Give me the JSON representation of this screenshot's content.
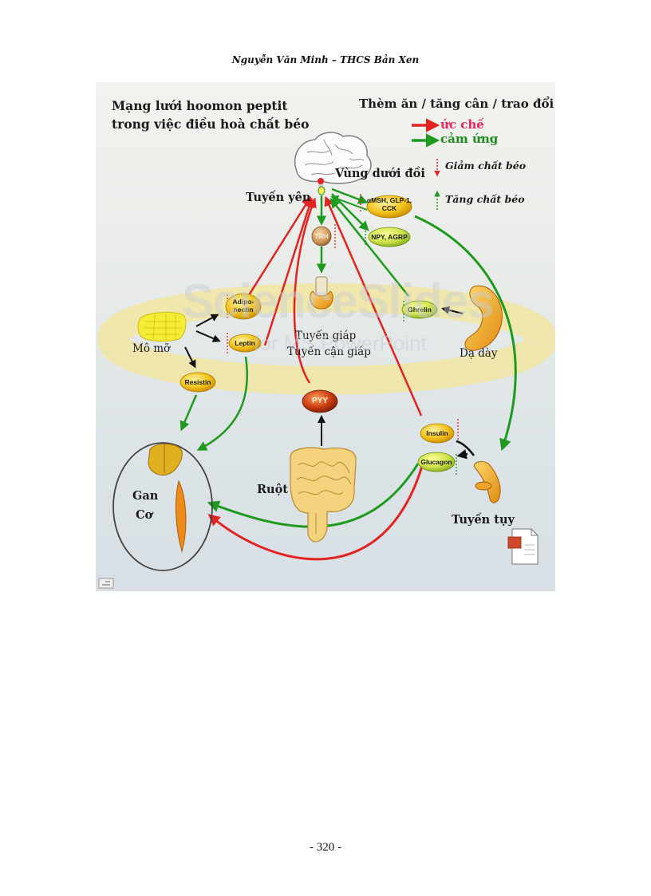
{
  "header": "Nguyễn Văn Minh – THCS Bản Xen",
  "page_number": "- 320 -",
  "figure": {
    "title_line1": "Mạng lưới hoomon peptit",
    "title_line2": "trong việc điều hoà chất béo",
    "legend": {
      "heading": "Thèm ăn / tăng cân / trao đổi chất",
      "inhibit": "ức chế",
      "stimulate": "cảm ứng",
      "decrease_fat": "Giảm chất béo",
      "increase_fat": "Tăng chất béo"
    },
    "labels": {
      "hypothalamus": "Vùng dưới đồi",
      "pituitary": "Tuyến yên",
      "adipose": "Mô mỡ",
      "thyroid": "Tuyến giáp",
      "parathyroid": "Tuyến cận giáp",
      "stomach": "Dạ dày",
      "intestine": "Ruột",
      "pancreas": "Tuyến tụy",
      "liver": "Gan",
      "muscle": "Cơ"
    },
    "hormones": {
      "amsh": "αMSH, GLP-1, CCK",
      "npy": "NPY, AGRP",
      "trh": "TRH",
      "adiponectin": "Adipo-nectin",
      "leptin": "Leptin",
      "ghrelin": "Ghrelin",
      "resistin": "Resistin",
      "pyy": "PYY",
      "insulin": "Insulin",
      "glucagon": "Glucagon"
    },
    "watermark_line1": "ScienceSlides",
    "watermark_line2": "for MS PowerPoint",
    "colors": {
      "inhibit": "#e32222",
      "stimulate": "#1e9a1e",
      "hormone_fill": "#f2c21a",
      "pyy_fill": "#c83d12"
    }
  }
}
